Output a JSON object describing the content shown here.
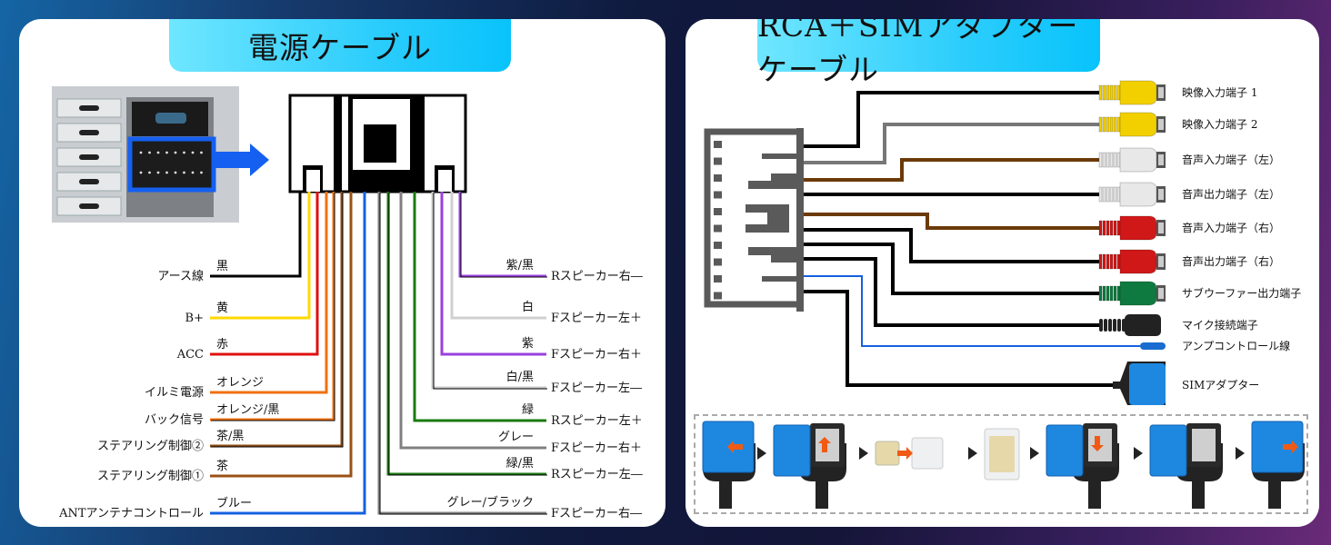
{
  "left_panel": {
    "title": "電源ケーブル",
    "left_wires": [
      {
        "function": "アース線",
        "color_name": "黒",
        "color": "#000000"
      },
      {
        "function": "B+",
        "color_name": "黄",
        "color": "#ffd800"
      },
      {
        "function": "ACC",
        "color_name": "赤",
        "color": "#e01010"
      },
      {
        "function": "イルミ電源",
        "color_name": "オレンジ",
        "color": "#f07010"
      },
      {
        "function": "バック信号",
        "color_name": "オレンジ/黒",
        "color": "#f07010",
        "stripe": "#000000"
      },
      {
        "function": "ステアリング制御②",
        "color_name": "茶/黒",
        "color": "#8b4a10",
        "stripe": "#000000"
      },
      {
        "function": "ステアリング制御①",
        "color_name": "茶",
        "color": "#9a5214"
      },
      {
        "function": "ANTアンテナコントロール",
        "color_name": "ブルー",
        "color": "#1560e0"
      }
    ],
    "right_wires": [
      {
        "function": "Rスピーカー右―",
        "color_name": "紫/黒",
        "color": "#9a40e0",
        "stripe": "#000000"
      },
      {
        "function": "Fスピーカー左＋",
        "color_name": "白",
        "color": "#d0d0d0"
      },
      {
        "function": "Fスピーカー右＋",
        "color_name": "紫",
        "color": "#9a40e0"
      },
      {
        "function": "Fスピーカー左―",
        "color_name": "白/黒",
        "color": "#c8c8c8",
        "stripe": "#000000"
      },
      {
        "function": "Rスピーカー左＋",
        "color_name": "緑",
        "color": "#1a7a10"
      },
      {
        "function": "Fスピーカー右＋",
        "color_name": "グレー",
        "color": "#808080"
      },
      {
        "function": "Rスピーカー左―",
        "color_name": "緑/黒",
        "color": "#1a7a10",
        "stripe": "#000000"
      },
      {
        "function": "Fスピーカー右―",
        "color_name": "グレー/ブラック",
        "color": "#808080",
        "stripe": "#000000"
      }
    ],
    "highlight_color": "#1560f0"
  },
  "right_panel": {
    "title": "RCA＋SIMアダプターケーブル",
    "cables": [
      {
        "label": "映像入力端子 1",
        "wire": "#000000",
        "plug": "rca",
        "plug_color": "#f2d000"
      },
      {
        "label": "映像入力端子 2",
        "wire": "#777777",
        "plug": "rca",
        "plug_color": "#f2d000"
      },
      {
        "label": "音声入力端子（左）",
        "wire": "#6b3a08",
        "plug": "rca",
        "plug_color": "#e8e8e8"
      },
      {
        "label": "音声出力端子（左）",
        "wire": "#000000",
        "plug": "rca",
        "plug_color": "#e8e8e8"
      },
      {
        "label": "音声入力端子（右）",
        "wire": "#6b3a08",
        "plug": "rca",
        "plug_color": "#d01818"
      },
      {
        "label": "音声出力端子（右）",
        "wire": "#000000",
        "plug": "rca",
        "plug_color": "#d01818"
      },
      {
        "label": "サブウーファー出力端子",
        "wire": "#000000",
        "plug": "rca",
        "plug_color": "#0f7a40"
      },
      {
        "label": "マイク接続端子",
        "wire": "#000000",
        "plug": "mic",
        "plug_color": "#222222"
      },
      {
        "label": "アンプコントロール線",
        "wire": "#1560e0",
        "plug": "tip",
        "plug_color": "#1a6cd0"
      },
      {
        "label": "SIMアダプター",
        "wire": "#000000",
        "plug": "sim",
        "plug_color": "#1e88e0"
      }
    ],
    "sim_steps": [
      {
        "step": "open-cover",
        "arrow": "left"
      },
      {
        "step": "unlock-tray",
        "arrow": "up"
      },
      {
        "step": "sim-card-to-adapter",
        "arrow": "right"
      },
      {
        "step": "sim-in-adapter",
        "arrow": ""
      },
      {
        "step": "insert-sim",
        "arrow": "down"
      },
      {
        "step": "lock-tray",
        "arrow": ""
      },
      {
        "step": "close-cover",
        "arrow": "right"
      }
    ],
    "step_arrow_color": "#f05a14",
    "sim_cover_color": "#1e88e0"
  }
}
